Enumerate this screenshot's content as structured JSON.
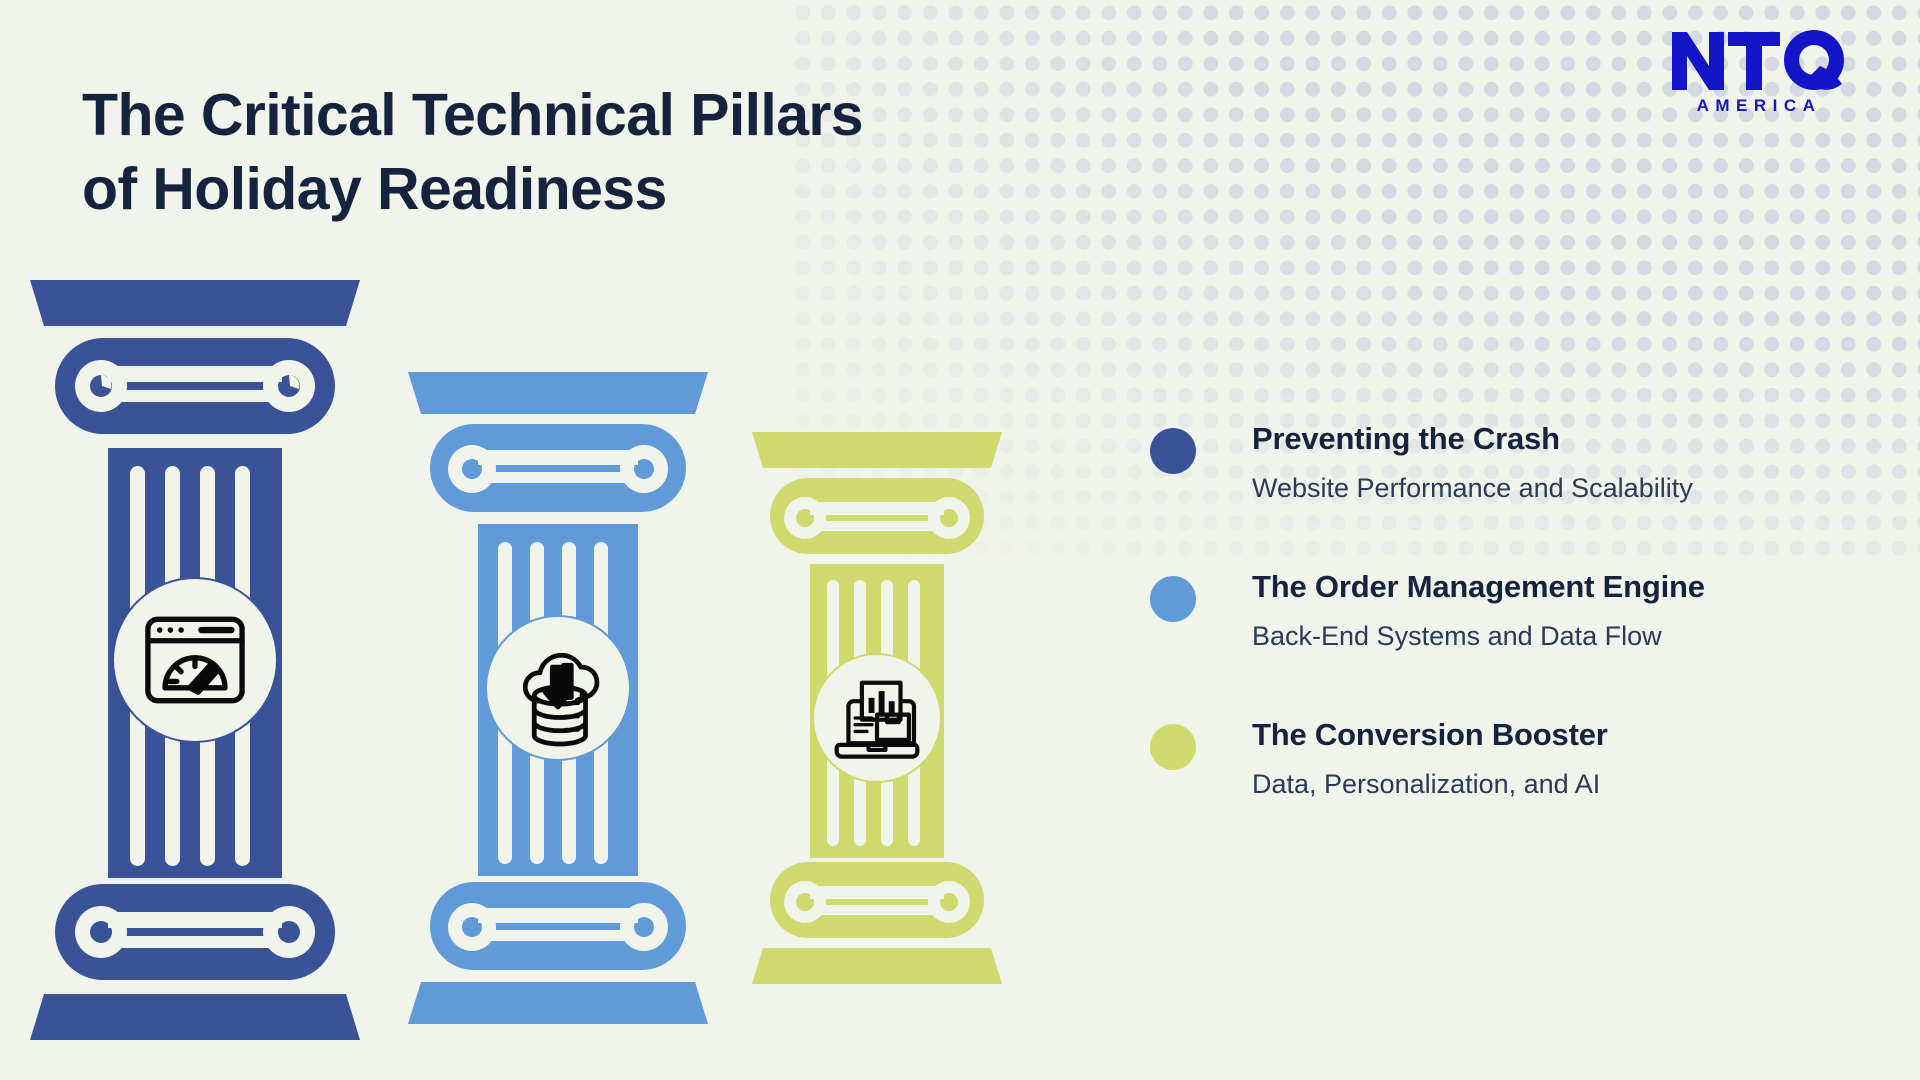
{
  "page": {
    "background_color": "#F1F4EA",
    "title_color": "#15233E",
    "halftone_dot_color": "#D5DAE2"
  },
  "header": {
    "title_line1": "The Critical Technical Pillars",
    "title_line2": "of Holiday Readiness"
  },
  "logo": {
    "mark": "NTQ",
    "sub": "AMERICA",
    "color": "#1414C8"
  },
  "pillars": [
    {
      "id": "pillar-preventing-the-crash",
      "color": "#3A5298",
      "icon": "browser-speedometer-icon",
      "height_rank": 1
    },
    {
      "id": "pillar-order-management-engine",
      "color": "#609AD8",
      "icon": "cloud-database-icon",
      "height_rank": 2
    },
    {
      "id": "pillar-conversion-booster",
      "color": "#D0D96E",
      "icon": "laptop-analytics-package-icon",
      "height_rank": 3
    }
  ],
  "legend": {
    "items": [
      {
        "title": "Preventing the Crash",
        "subtitle": "Website Performance and Scalability",
        "color": "#3A5298"
      },
      {
        "title": "The Order Management Engine",
        "subtitle": "Back-End Systems and Data Flow",
        "color": "#609AD8"
      },
      {
        "title": "The Conversion Booster",
        "subtitle": "Data, Personalization, and AI",
        "color": "#D0D96E"
      }
    ]
  }
}
